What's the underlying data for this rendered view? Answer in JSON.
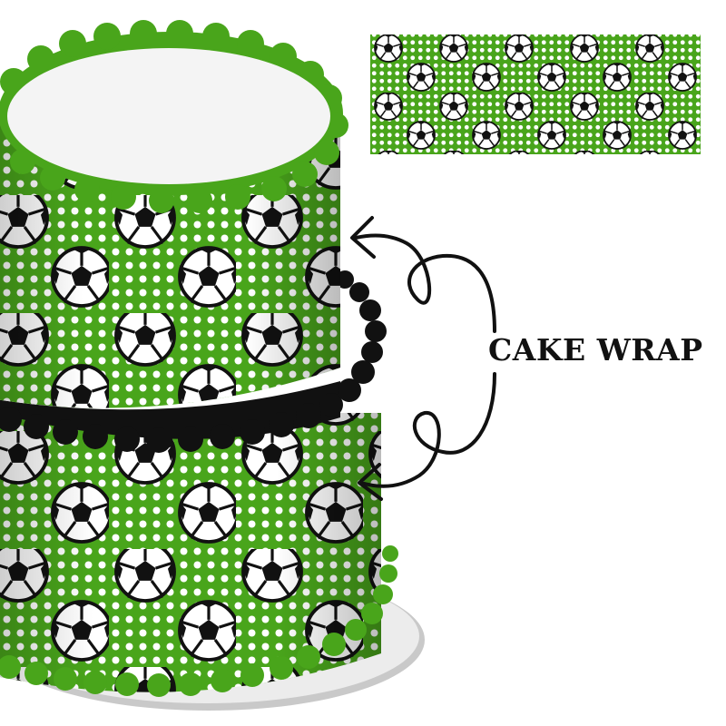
{
  "label": {
    "text": "CAKE WRAP"
  },
  "colors": {
    "green": "#49a51b",
    "dark_green": "#3a8a12",
    "dot": "#ffffff",
    "board": "#e9e9e9",
    "board_edge": "#c9c9c9",
    "top_surface": "#f4f4f4",
    "upper_border": "#49a51b",
    "lower_border": "#111111",
    "bottom_border": "#49a51b",
    "arrow": "#111111"
  },
  "icons": {
    "ball": "soccer-ball-icon",
    "arrow": "curly-arrow-icon"
  },
  "scene": {
    "tiers": 2,
    "pattern": "green-with-white-polka-dots-and-soccer-balls"
  }
}
